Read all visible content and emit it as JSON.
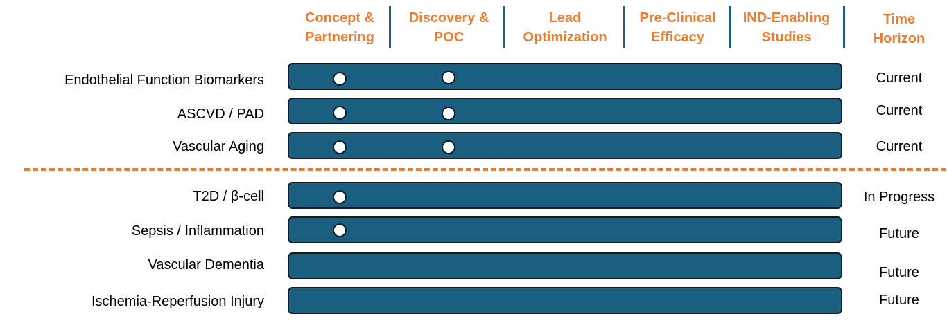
{
  "stages": [
    {
      "label": "Concept &\nPartnering"
    },
    {
      "label": "Discovery &\nPOC"
    },
    {
      "label": "Lead\nOptimization"
    },
    {
      "label": "Pre-Clinical\nEfficacy"
    },
    {
      "label": "IND-Enabling\nStudies"
    },
    {
      "label": "Time\nHorizon"
    }
  ],
  "colors": {
    "accent_orange": "#ED7D31",
    "track_blue": "#1A5F80",
    "divider_blue": "#1F5F7F",
    "track_border": "#0C1E2B"
  },
  "programs": [
    {
      "label": "Endothelial Function Biomarkers",
      "time_horizon": "Current",
      "milestones": [
        "Concept & Partnering",
        "Discovery & POC"
      ]
    },
    {
      "label": "ASCVD / PAD",
      "time_horizon": "Current",
      "milestones": [
        "Concept & Partnering",
        "Discovery & POC"
      ]
    },
    {
      "label": "Vascular Aging",
      "time_horizon": "Current",
      "milestones": [
        "Concept & Partnering",
        "Discovery & POC"
      ]
    },
    {
      "label": "T2D / β-cell",
      "time_horizon": "In Progress",
      "milestones": [
        "Concept & Partnering"
      ]
    },
    {
      "label": "Sepsis / Inflammation",
      "time_horizon": "Future",
      "milestones": [
        "Concept & Partnering"
      ]
    },
    {
      "label": "Vascular Dementia",
      "time_horizon": "Future",
      "milestones": []
    },
    {
      "label": "Ischemia-Reperfusion Injury",
      "time_horizon": "Future",
      "milestones": []
    }
  ]
}
